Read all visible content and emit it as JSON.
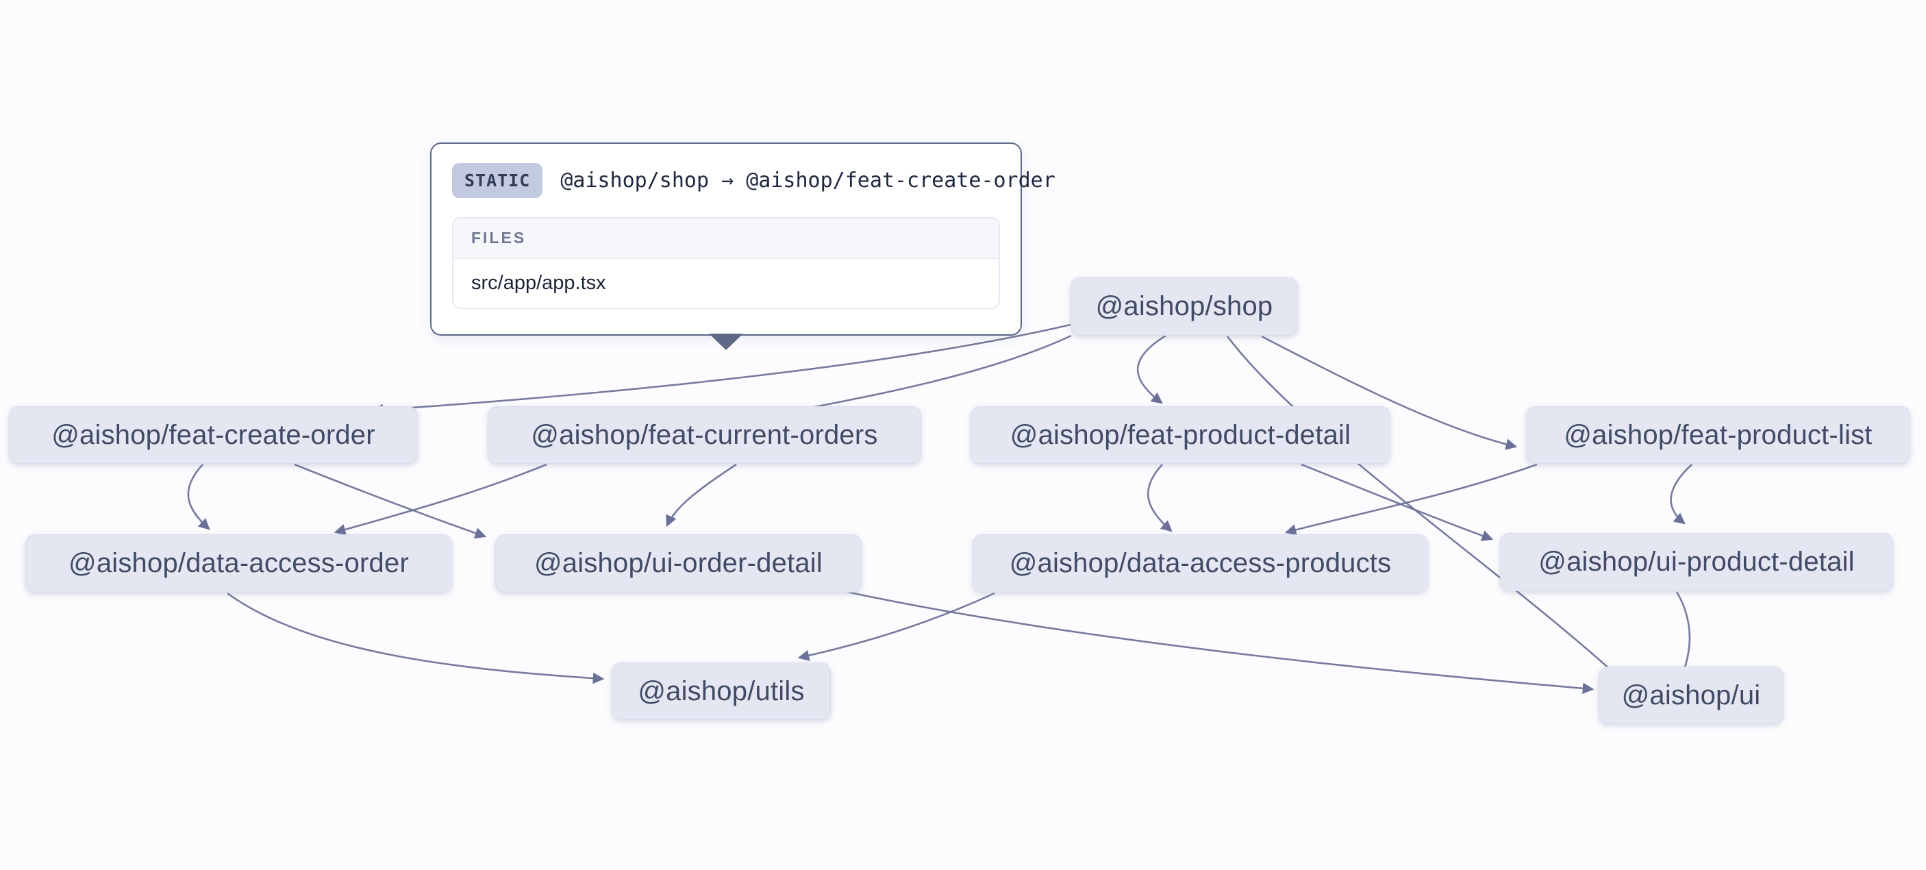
{
  "graph": {
    "nodes": [
      {
        "id": "shop",
        "label": "@aishop/shop"
      },
      {
        "id": "feat-create-order",
        "label": "@aishop/feat-create-order"
      },
      {
        "id": "feat-current-orders",
        "label": "@aishop/feat-current-orders"
      },
      {
        "id": "feat-product-detail",
        "label": "@aishop/feat-product-detail"
      },
      {
        "id": "feat-product-list",
        "label": "@aishop/feat-product-list"
      },
      {
        "id": "data-access-order",
        "label": "@aishop/data-access-order"
      },
      {
        "id": "ui-order-detail",
        "label": "@aishop/ui-order-detail"
      },
      {
        "id": "data-access-products",
        "label": "@aishop/data-access-products"
      },
      {
        "id": "ui-product-detail",
        "label": "@aishop/ui-product-detail"
      },
      {
        "id": "utils",
        "label": "@aishop/utils"
      },
      {
        "id": "ui",
        "label": "@aishop/ui"
      }
    ],
    "edges": [
      {
        "from": "shop",
        "to": "feat-create-order"
      },
      {
        "from": "shop",
        "to": "feat-current-orders"
      },
      {
        "from": "shop",
        "to": "feat-product-detail"
      },
      {
        "from": "shop",
        "to": "feat-product-list"
      },
      {
        "from": "shop",
        "to": "ui"
      },
      {
        "from": "feat-create-order",
        "to": "data-access-order"
      },
      {
        "from": "feat-create-order",
        "to": "ui-order-detail"
      },
      {
        "from": "feat-current-orders",
        "to": "data-access-order"
      },
      {
        "from": "feat-current-orders",
        "to": "ui-order-detail"
      },
      {
        "from": "feat-product-detail",
        "to": "data-access-products"
      },
      {
        "from": "feat-product-detail",
        "to": "ui-product-detail"
      },
      {
        "from": "feat-product-list",
        "to": "data-access-products"
      },
      {
        "from": "feat-product-list",
        "to": "ui-product-detail"
      },
      {
        "from": "data-access-order",
        "to": "utils"
      },
      {
        "from": "data-access-products",
        "to": "utils"
      },
      {
        "from": "ui-order-detail",
        "to": "ui"
      },
      {
        "from": "ui-product-detail",
        "to": "ui"
      }
    ]
  },
  "tooltip": {
    "badge": "STATIC",
    "dependency": "@aishop/shop → @aishop/feat-create-order",
    "files_header": "FILES",
    "files": [
      "src/app/app.tsx"
    ]
  },
  "colors": {
    "canvas_bg": "#fcfcfe",
    "node_bg": "#e4e6f1",
    "node_text": "#414b66",
    "edge": "#6b7095",
    "tooltip_border": "#5e6887",
    "badge_bg": "#c3c9de"
  }
}
